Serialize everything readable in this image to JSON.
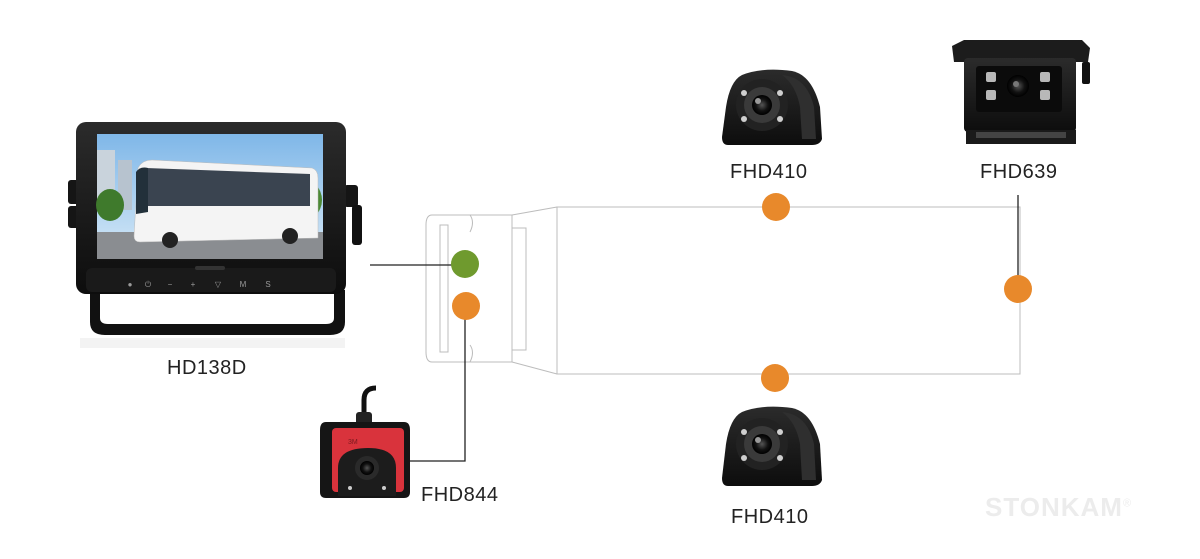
{
  "monitor": {
    "model": "HD138D",
    "buttons": [
      "●",
      "⏻",
      "−",
      "+",
      "▽",
      "M",
      "S"
    ]
  },
  "cameras": {
    "side_top": "FHD410",
    "rear": "FHD639",
    "side_bottom": "FHD410",
    "front": "FHD844"
  },
  "front_camera_tape": "3M",
  "watermark": {
    "brand": "STONKAM",
    "mark": "®"
  },
  "colors": {
    "connector_orange": "#e8892b",
    "connector_green": "#6f9a2e",
    "line": "#222222",
    "vehicle_outline": "#bbbbbb"
  }
}
